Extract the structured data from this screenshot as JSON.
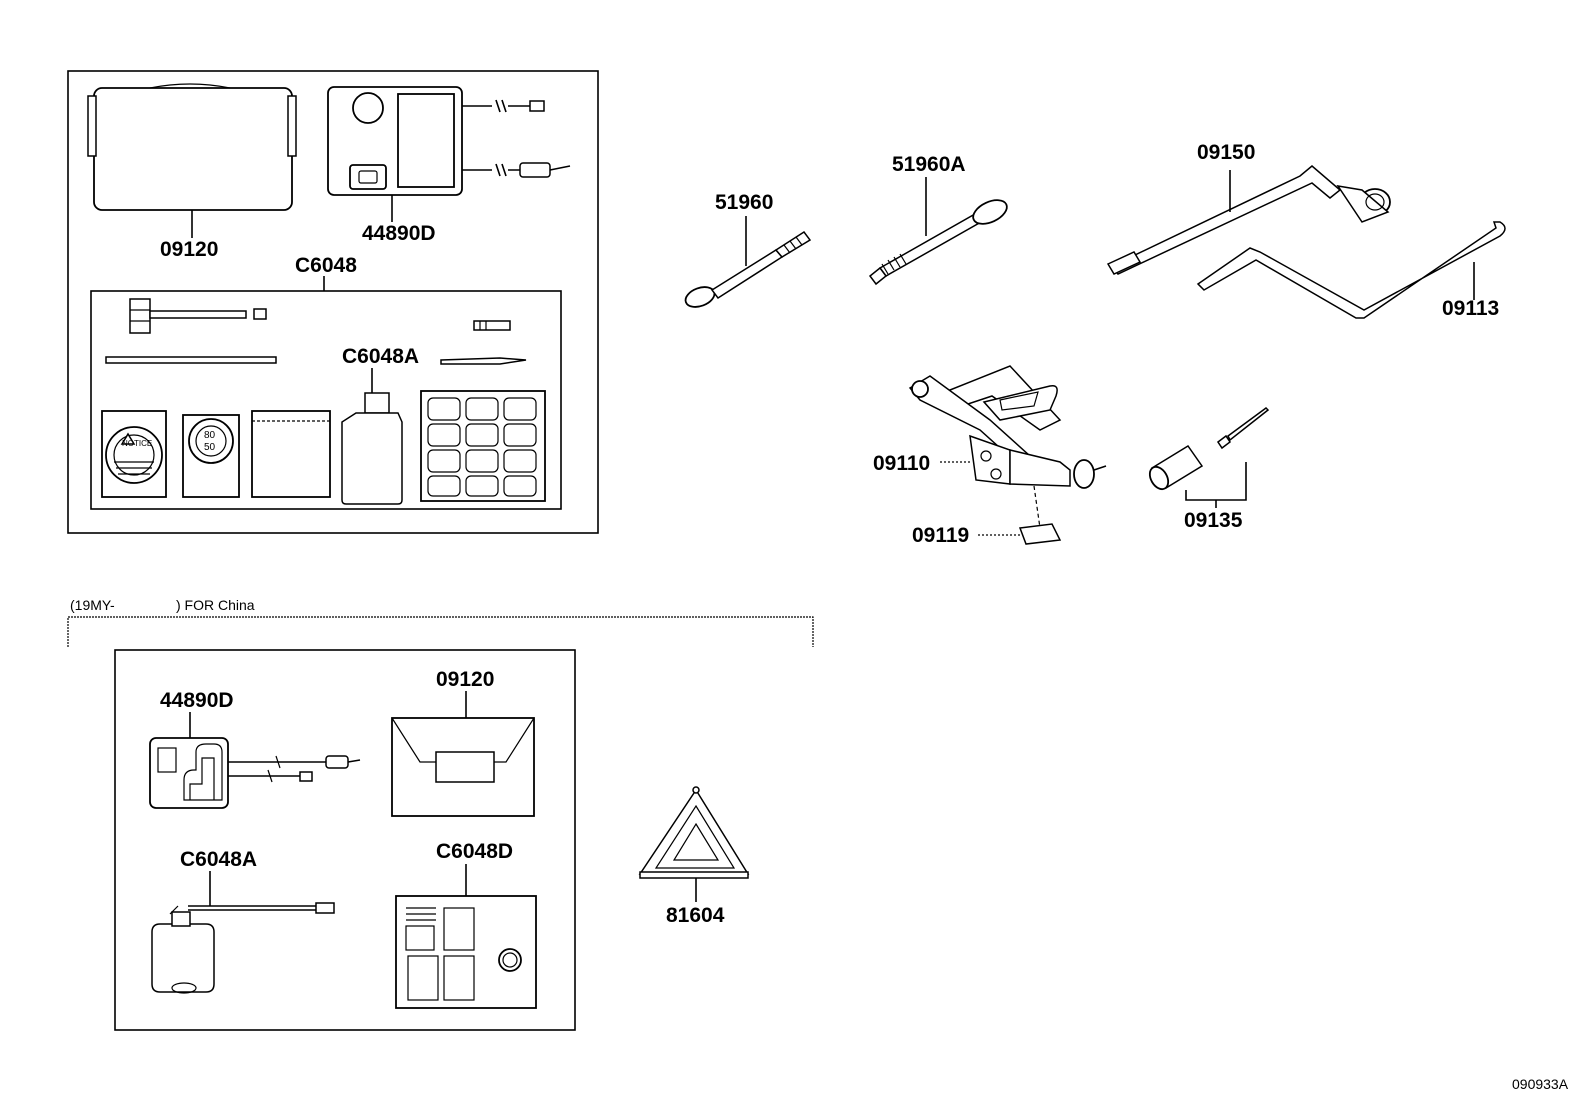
{
  "labels": {
    "p09120": "09120",
    "p44890d": "44890D",
    "pc6048": "C6048",
    "pc6048a": "C6048A",
    "p51960": "51960",
    "p51960a": "51960A",
    "p09150": "09150",
    "p09113": "09113",
    "p09110": "09110",
    "p09119": "09119",
    "p09135": "09135",
    "china_p44890d": "44890D",
    "china_p09120": "09120",
    "china_pc6048a": "C6048A",
    "china_pc6048d": "C6048D",
    "p81604": "81604"
  },
  "china_section": {
    "note_left": "(19MY-",
    "note_right": ") FOR China"
  },
  "label_notice": "NOTICE",
  "gauge_values": [
    "80",
    "50"
  ],
  "diagram_code": "090933A"
}
